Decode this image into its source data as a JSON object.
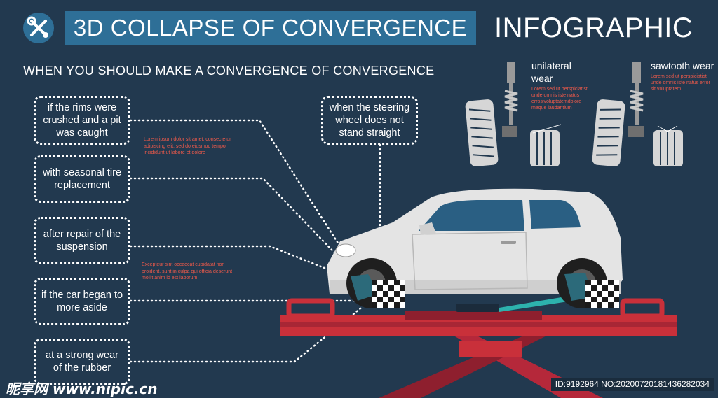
{
  "header": {
    "title": "3D COLLAPSE OF CONVERGENCE",
    "tag": "INFOGRAPHIC",
    "icon": "wrench-screwdriver-icon"
  },
  "subtitle": "WHEN YOU SHOULD MAKE A CONVERGENCE OF CONVERGENCE",
  "reasons": [
    {
      "label": "if the rims were crushed and a pit was caught"
    },
    {
      "label": "with seasonal tire replacement"
    },
    {
      "label": "after repair of the suspension"
    },
    {
      "label": "if the car began to more aside"
    },
    {
      "label": "at a strong wear of the rubber"
    },
    {
      "label": "when the steering wheel does not stand straight"
    }
  ],
  "notes": [
    "Lorem ipsum dolor sit amet, consectetur adipiscing elit, sed do eiusmod tempor incididunt ut labore et dolore",
    "Excepteur sint occaecat cupidatat non proident, sunt in culpa qui officia deserunt mollit anim id est laborum"
  ],
  "wear": [
    {
      "title": "unilateral wear",
      "text": "Lorem sed ut perspiciatist unde omnis iste natus errosivoluptatemdolore maque laudantium"
    },
    {
      "title": "sawtooth wear",
      "text": "Lorem sed ut perspiciatist unde omnis iste natus error sit voluptatem"
    }
  ],
  "watermark": {
    "logo": "昵享网 www.nipic.cn",
    "id": "ID:9192964 NO:20200720181436282034"
  },
  "colors": {
    "background": "#22394f",
    "title_bar": "#2e6f97",
    "accent_red": "#c9303a",
    "note_text": "#f05a4a",
    "car_body": "#e4e4e4"
  }
}
